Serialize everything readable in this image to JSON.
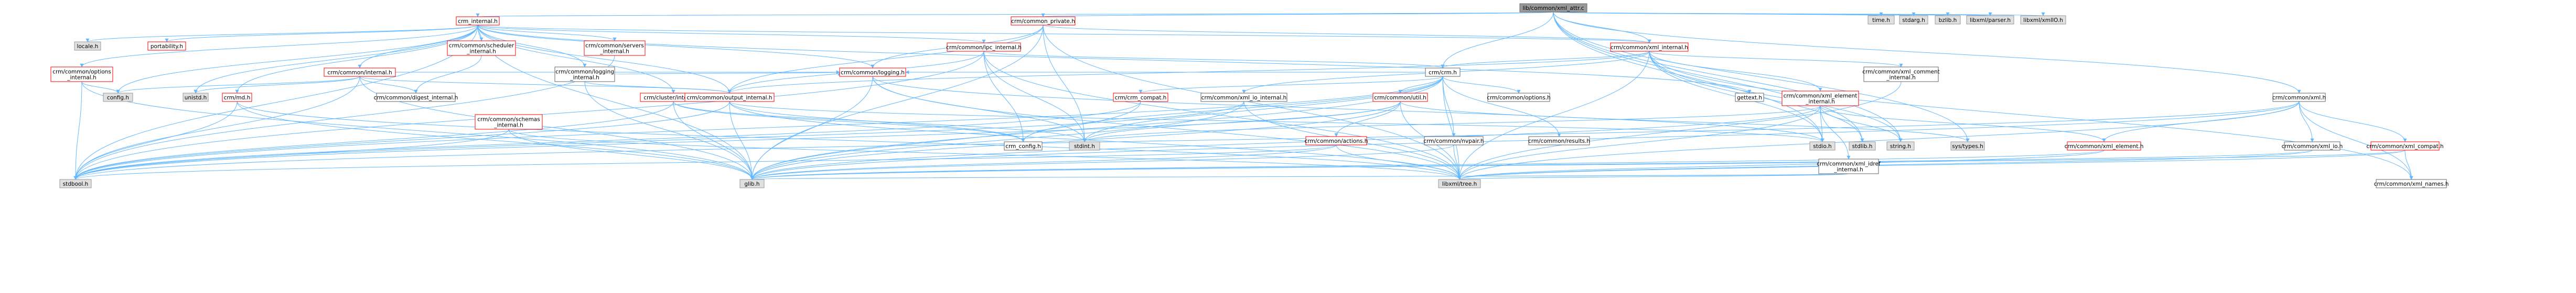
{
  "graph_title": "lib/common/xml_attr.c",
  "colors": {
    "edge": "#63b8ff",
    "arrowhead": "#63b8ff",
    "root_fill": "#999999",
    "root_border": "#666666",
    "internal_border": "#ff0000",
    "internal_fill": "#ffffff",
    "external_fill": "#e0e0e0",
    "external_border": "#999999",
    "text": "#000000"
  },
  "nodes": [
    {
      "id": "root",
      "label": "lib/common/xml_attr.c",
      "kind": "root"
    },
    {
      "id": "crm_internal",
      "label": "crm_internal.h",
      "kind": "internal"
    },
    {
      "id": "locale",
      "label": "locale.h",
      "kind": "external"
    },
    {
      "id": "portability",
      "label": "portability.h",
      "kind": "internal"
    },
    {
      "id": "options_internal",
      "label": [
        "crm/common/options",
        "_internal.h"
      ],
      "kind": "internal"
    },
    {
      "id": "scheduler_internal",
      "label": [
        "crm/common/scheduler",
        "_internal.h"
      ],
      "kind": "internal"
    },
    {
      "id": "servers_internal",
      "label": [
        "crm/common/servers",
        "_internal.h"
      ],
      "kind": "internal"
    },
    {
      "id": "common_private",
      "label": "crm/common_private.h",
      "kind": "internal"
    },
    {
      "id": "ipc_internal",
      "label": "crm/common/ipc_internal.h",
      "kind": "internal"
    },
    {
      "id": "logging_internal",
      "label": [
        "crm/common/logging",
        "_internal.h"
      ],
      "kind": "internal"
    },
    {
      "id": "common_internal",
      "label": "crm/common/internal.h",
      "kind": "internal"
    },
    {
      "id": "crm_mdh",
      "label": "crm/md.h",
      "kind": "internal"
    },
    {
      "id": "cluster_internal",
      "label": "crm/cluster/internal.h",
      "kind": "internal"
    },
    {
      "id": "digest_internal",
      "label": "crm/common/digest_internal.h",
      "kind": "internal"
    },
    {
      "id": "schemas_internal",
      "label": [
        "crm/common/schemas",
        "_internal.h"
      ],
      "kind": "internal"
    },
    {
      "id": "output_internal",
      "label": "crm/common/output_internal.h",
      "kind": "internal"
    },
    {
      "id": "logging",
      "label": "crm/common/logging.h",
      "kind": "internal"
    },
    {
      "id": "config",
      "label": "config.h",
      "kind": "external"
    },
    {
      "id": "unistd",
      "label": "unistd.h",
      "kind": "external"
    },
    {
      "id": "xml_internal",
      "label": "crm/common/xml_internal.h",
      "kind": "internal"
    },
    {
      "id": "crm_h",
      "label": "crm/crm.h",
      "kind": "external"
    },
    {
      "id": "crm_compat",
      "label": "crm/crm_compat.h",
      "kind": "internal"
    },
    {
      "id": "xml_io_internal",
      "label": "crm/common/xml_io_internal.h",
      "kind": "external"
    },
    {
      "id": "util",
      "label": "crm/common/util.h",
      "kind": "internal"
    },
    {
      "id": "options_h",
      "label": "crm/common/options.h",
      "kind": "external"
    },
    {
      "id": "actions",
      "label": "crm/common/actions.h",
      "kind": "internal"
    },
    {
      "id": "crm_config",
      "label": "crm_config.h",
      "kind": "external"
    },
    {
      "id": "stdint",
      "label": "stdint.h",
      "kind": "external"
    },
    {
      "id": "results",
      "label": "crm/common/results.h",
      "kind": "external"
    },
    {
      "id": "nvpair",
      "label": "crm/common/nvpair.h",
      "kind": "external"
    },
    {
      "id": "gettext",
      "label": "gettext.h",
      "kind": "external"
    },
    {
      "id": "xml_comment",
      "label": [
        "crm/common/xml_comment",
        "_internal.h"
      ],
      "kind": "external"
    },
    {
      "id": "xml_element_internal",
      "label": [
        "crm/common/xml_element",
        "_internal.h"
      ],
      "kind": "internal"
    },
    {
      "id": "stdio",
      "label": "stdio.h",
      "kind": "external"
    },
    {
      "id": "stdlib",
      "label": "stdlib.h",
      "kind": "external"
    },
    {
      "id": "string_h",
      "label": "string.h",
      "kind": "external"
    },
    {
      "id": "xml_idref",
      "label": [
        "crm/common/xml_idref",
        "_internal.h"
      ],
      "kind": "external"
    },
    {
      "id": "sys_types",
      "label": "sys/types.h",
      "kind": "external"
    },
    {
      "id": "crm_xml_h",
      "label": "crm/common/xml.h",
      "kind": "external"
    },
    {
      "id": "xml_element",
      "label": "crm/common/xml_element.h",
      "kind": "internal"
    },
    {
      "id": "xml_io",
      "label": "crm/common/xml_io.h",
      "kind": "external"
    },
    {
      "id": "xml_compat",
      "label": "crm/common/xml_compat.h",
      "kind": "internal"
    },
    {
      "id": "xml_names",
      "label": "crm/common/xml_names.h",
      "kind": "external"
    },
    {
      "id": "time_h",
      "label": "time.h",
      "kind": "external"
    },
    {
      "id": "stdarg",
      "label": "stdarg.h",
      "kind": "external"
    },
    {
      "id": "bzlib",
      "label": "bzlib.h",
      "kind": "external"
    },
    {
      "id": "libxml_parser",
      "label": "libxml/parser.h",
      "kind": "external"
    },
    {
      "id": "libxml_xmlIO",
      "label": "libxml/xmlIO.h",
      "kind": "external"
    },
    {
      "id": "stdbool",
      "label": "stdbool.h",
      "kind": "external"
    },
    {
      "id": "glib",
      "label": "glib.h",
      "kind": "external"
    },
    {
      "id": "libxml_tree",
      "label": "libxml/tree.h",
      "kind": "external"
    }
  ],
  "edges": [
    [
      "root",
      "crm_internal"
    ],
    [
      "root",
      "common_private"
    ],
    [
      "root",
      "xml_internal"
    ],
    [
      "root",
      "crm_xml_h"
    ],
    [
      "root",
      "time_h"
    ],
    [
      "root",
      "stdarg"
    ],
    [
      "root",
      "bzlib"
    ],
    [
      "root",
      "libxml_parser"
    ],
    [
      "root",
      "libxml_xmlIO"
    ],
    [
      "root",
      "stdio"
    ],
    [
      "root",
      "sys_types"
    ],
    [
      "root",
      "stdlib"
    ],
    [
      "root",
      "string_h"
    ],
    [
      "root",
      "crm_h"
    ],
    [
      "crm_internal",
      "config"
    ],
    [
      "crm_internal",
      "locale"
    ],
    [
      "crm_internal",
      "portability"
    ],
    [
      "crm_internal",
      "options_internal"
    ],
    [
      "crm_internal",
      "scheduler_internal"
    ],
    [
      "crm_internal",
      "servers_internal"
    ],
    [
      "crm_internal",
      "ipc_internal"
    ],
    [
      "crm_internal",
      "logging_internal"
    ],
    [
      "crm_internal",
      "common_internal"
    ],
    [
      "crm_internal",
      "crm_mdh"
    ],
    [
      "crm_internal",
      "cluster_internal"
    ],
    [
      "crm_internal",
      "output_internal"
    ],
    [
      "crm_internal",
      "logging"
    ],
    [
      "crm_internal",
      "xml_internal"
    ],
    [
      "crm_internal",
      "unistd"
    ],
    [
      "crm_internal",
      "stdbool"
    ],
    [
      "crm_internal",
      "glib"
    ],
    [
      "crm_internal",
      "gettext"
    ],
    [
      "options_internal",
      "config"
    ],
    [
      "options_internal",
      "glib"
    ],
    [
      "options_internal",
      "stdbool"
    ],
    [
      "scheduler_internal",
      "digest_internal"
    ],
    [
      "servers_internal",
      "stdbool"
    ],
    [
      "common_private",
      "xml_internal"
    ],
    [
      "common_private",
      "output_internal"
    ],
    [
      "common_private",
      "logging"
    ],
    [
      "common_private",
      "stdint"
    ],
    [
      "common_private",
      "glib"
    ],
    [
      "common_private",
      "libxml_tree"
    ],
    [
      "ipc_internal",
      "crm_h"
    ],
    [
      "ipc_internal",
      "output_internal"
    ],
    [
      "ipc_internal",
      "stdint"
    ],
    [
      "ipc_internal",
      "libxml_tree"
    ],
    [
      "ipc_internal",
      "stdbool"
    ],
    [
      "ipc_internal",
      "crm_config"
    ],
    [
      "logging_internal",
      "output_internal"
    ],
    [
      "logging_internal",
      "logging"
    ],
    [
      "logging_internal",
      "glib"
    ],
    [
      "common_internal",
      "unistd"
    ],
    [
      "common_internal",
      "config"
    ],
    [
      "common_internal",
      "digest_internal"
    ],
    [
      "common_internal",
      "output_internal"
    ],
    [
      "common_internal",
      "logging"
    ],
    [
      "common_internal",
      "stdbool"
    ],
    [
      "common_internal",
      "glib"
    ],
    [
      "crm_mdh",
      "stdbool"
    ],
    [
      "crm_mdh",
      "glib"
    ],
    [
      "crm_mdh",
      "libxml_tree"
    ],
    [
      "cluster_internal",
      "stdint"
    ],
    [
      "cluster_internal",
      "glib"
    ],
    [
      "cluster_internal",
      "stdbool"
    ],
    [
      "cluster_internal",
      "crm_config"
    ],
    [
      "schemas_internal",
      "glib"
    ],
    [
      "schemas_internal",
      "stdbool"
    ],
    [
      "schemas_internal",
      "libxml_tree"
    ],
    [
      "output_internal",
      "stdio"
    ],
    [
      "output_internal",
      "stdbool"
    ],
    [
      "output_internal",
      "glib"
    ],
    [
      "output_internal",
      "libxml_tree"
    ],
    [
      "output_internal",
      "crm_config"
    ],
    [
      "logging",
      "stdio"
    ],
    [
      "logging",
      "glib"
    ],
    [
      "logging",
      "libxml_tree"
    ],
    [
      "logging",
      "stdint"
    ],
    [
      "xml_internal",
      "crm_h"
    ],
    [
      "xml_internal",
      "xml_comment"
    ],
    [
      "xml_internal",
      "xml_element_internal"
    ],
    [
      "xml_internal",
      "xml_names"
    ],
    [
      "xml_internal",
      "output_internal"
    ],
    [
      "xml_internal",
      "xml_io_internal"
    ],
    [
      "xml_internal",
      "stdio"
    ],
    [
      "xml_internal",
      "stdlib"
    ],
    [
      "xml_internal",
      "string_h"
    ],
    [
      "xml_internal",
      "libxml_tree"
    ],
    [
      "crm_h",
      "crm_compat"
    ],
    [
      "crm_h",
      "util"
    ],
    [
      "crm_h",
      "options_h"
    ],
    [
      "crm_h",
      "results"
    ],
    [
      "crm_h",
      "nvpair"
    ],
    [
      "crm_h",
      "logging"
    ],
    [
      "crm_h",
      "stdbool"
    ],
    [
      "crm_h",
      "stdint"
    ],
    [
      "crm_h",
      "glib"
    ],
    [
      "crm_h",
      "libxml_tree"
    ],
    [
      "crm_h",
      "crm_config"
    ],
    [
      "crm_compat",
      "glib"
    ],
    [
      "crm_compat",
      "stdbool"
    ],
    [
      "xml_io_internal",
      "stdbool"
    ],
    [
      "xml_io_internal",
      "glib"
    ],
    [
      "xml_io_internal",
      "libxml_tree"
    ],
    [
      "util",
      "actions"
    ],
    [
      "util",
      "sys_types"
    ],
    [
      "util",
      "stdint"
    ],
    [
      "util",
      "stdbool"
    ],
    [
      "util",
      "glib"
    ],
    [
      "util",
      "libxml_tree"
    ],
    [
      "actions",
      "glib"
    ],
    [
      "actions",
      "stdbool"
    ],
    [
      "actions",
      "libxml_tree"
    ],
    [
      "nvpair",
      "glib"
    ],
    [
      "nvpair",
      "libxml_tree"
    ],
    [
      "xml_comment",
      "libxml_tree"
    ],
    [
      "xml_element_internal",
      "xml_element"
    ],
    [
      "xml_element_internal",
      "xml_idref"
    ],
    [
      "xml_element_internal",
      "stdio"
    ],
    [
      "xml_element_internal",
      "stdint"
    ],
    [
      "xml_element_internal",
      "string_h"
    ],
    [
      "xml_element_internal",
      "glib"
    ],
    [
      "xml_element_internal",
      "libxml_tree"
    ],
    [
      "xml_idref",
      "glib"
    ],
    [
      "xml_idref",
      "libxml_tree"
    ],
    [
      "crm_xml_h",
      "xml_element"
    ],
    [
      "crm_xml_h",
      "xml_io"
    ],
    [
      "crm_xml_h",
      "xml_compat"
    ],
    [
      "crm_xml_h",
      "xml_names"
    ],
    [
      "crm_xml_h",
      "stdbool"
    ],
    [
      "crm_xml_h",
      "glib"
    ],
    [
      "crm_xml_h",
      "libxml_tree"
    ],
    [
      "xml_element",
      "glib"
    ],
    [
      "xml_element",
      "libxml_tree"
    ],
    [
      "xml_io",
      "glib"
    ],
    [
      "xml_io",
      "libxml_tree"
    ],
    [
      "xml_compat",
      "xml_names"
    ],
    [
      "xml_compat",
      "glib"
    ],
    [
      "xml_compat",
      "libxml_tree"
    ]
  ]
}
